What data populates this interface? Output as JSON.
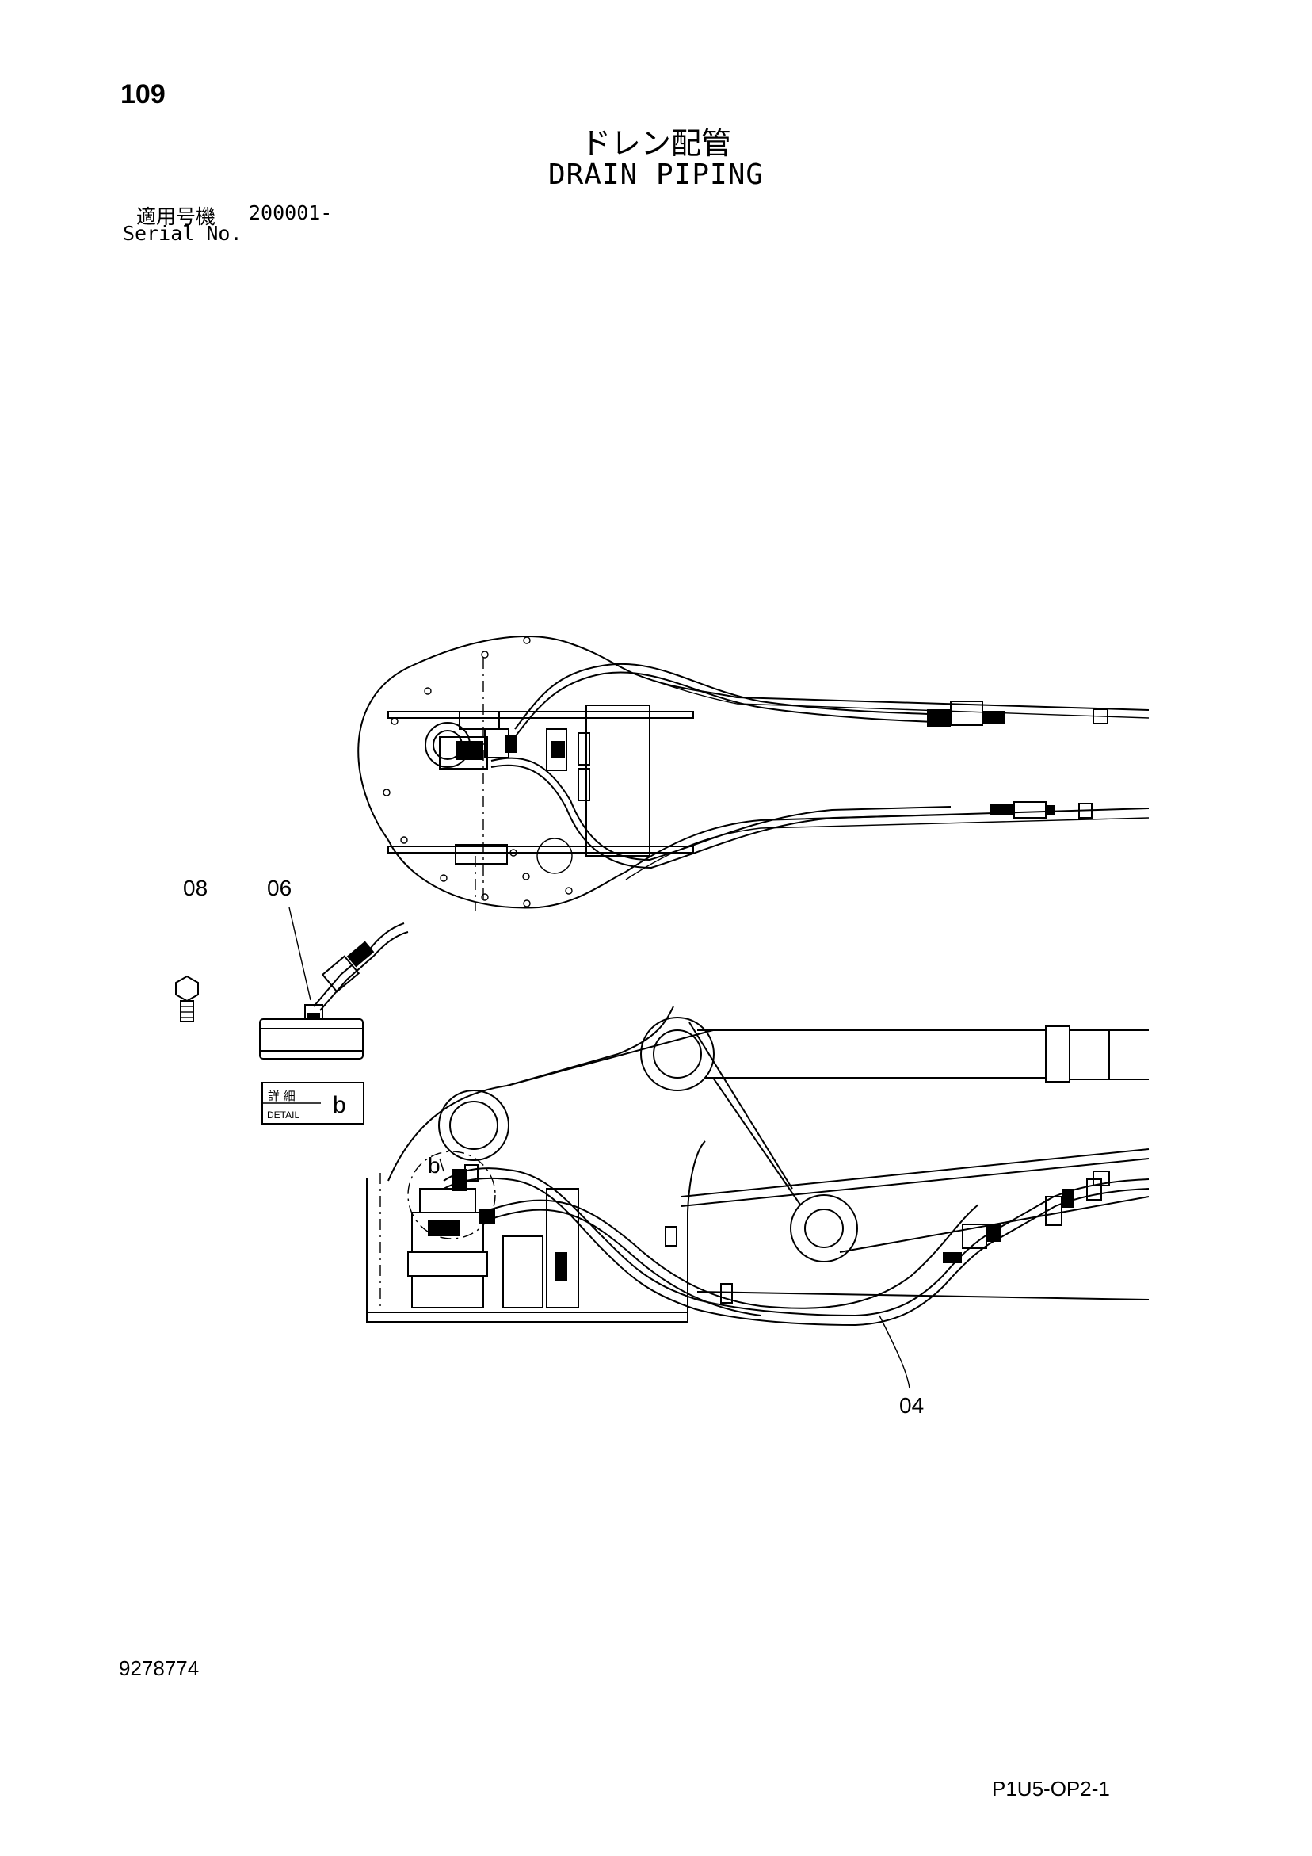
{
  "header": {
    "page_number": "109",
    "title_jp": "ドレン配管",
    "title_en": "DRAIN PIPING",
    "serial_label_jp": "適用号機",
    "serial_value": "200001-",
    "serial_label_en": "Serial No."
  },
  "callouts": {
    "part_08": "08",
    "part_06": "06",
    "part_04": "04",
    "detail_ref": "b"
  },
  "detail_box": {
    "label_jp": "詳 細",
    "label_en": "DETAIL",
    "letter": "b"
  },
  "footer": {
    "drawing_number": "9278774",
    "sheet_code": "P1U5-OP2-1"
  }
}
